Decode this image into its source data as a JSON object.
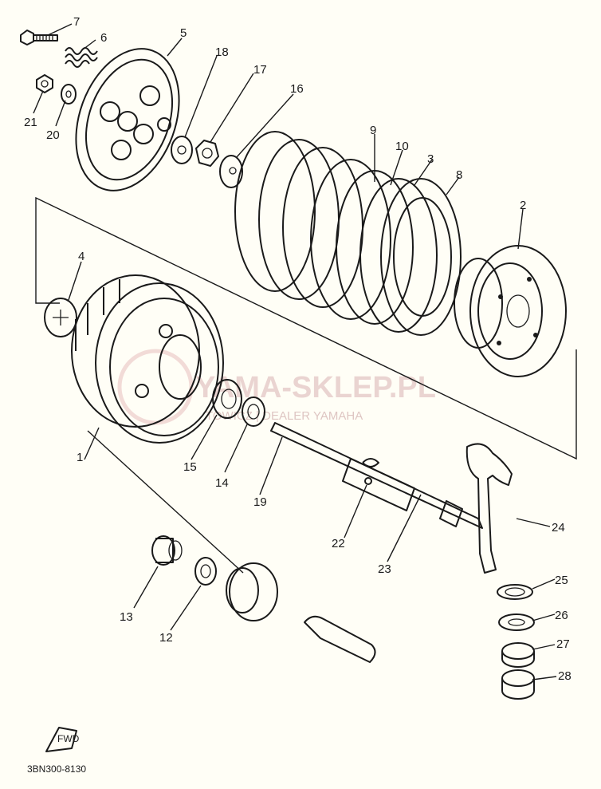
{
  "diagram": {
    "callouts": [
      "1",
      "2",
      "3",
      "4",
      "5",
      "6",
      "7",
      "8",
      "9",
      "10",
      "12",
      "13",
      "14",
      "15",
      "16",
      "17",
      "18",
      "19",
      "20",
      "21",
      "22",
      "23",
      "24",
      "25",
      "26",
      "27",
      "28"
    ],
    "watermark": "YAMA-SKLEP.PL",
    "watermark_sub": "TOWICZ | DEALER YAMAHA",
    "fwd_label": "FWD",
    "drawing_code": "3BN300-8130"
  }
}
